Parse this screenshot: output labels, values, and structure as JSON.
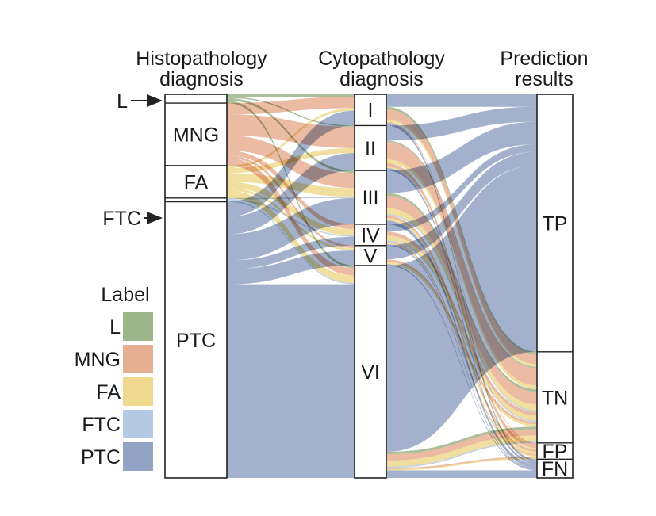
{
  "headers": {
    "histo_line1": "Histopathology",
    "histo_line2": "diagnosis",
    "cyto_line1": "Cytopathology",
    "cyto_line2": "diagnosis",
    "pred_line1": "Prediction",
    "pred_line2": "results"
  },
  "colors": {
    "L": "#8aa873",
    "MNG": "#e3a17f",
    "FA": "#ecd27a",
    "FTC": "#a7c1dd",
    "PTC": "#7f93b9"
  },
  "histo_nodes": [
    {
      "id": "L",
      "label": "",
      "side_label": "L"
    },
    {
      "id": "MNG",
      "label": "MNG",
      "side_label": ""
    },
    {
      "id": "FA",
      "label": "FA",
      "side_label": ""
    },
    {
      "id": "FTC",
      "label": "",
      "side_label": "FTC"
    },
    {
      "id": "PTC",
      "label": "PTC",
      "side_label": ""
    }
  ],
  "cyto_nodes": [
    {
      "id": "I",
      "label": "I"
    },
    {
      "id": "II",
      "label": "II"
    },
    {
      "id": "III",
      "label": "III"
    },
    {
      "id": "IV",
      "label": "IV"
    },
    {
      "id": "V",
      "label": "V"
    },
    {
      "id": "VI",
      "label": "VI"
    }
  ],
  "pred_nodes": [
    {
      "id": "TP",
      "label": "TP"
    },
    {
      "id": "TN",
      "label": "TN"
    },
    {
      "id": "FP",
      "label": "FP"
    },
    {
      "id": "FN",
      "label": "FN"
    }
  ],
  "flows_histo_cyto": [
    {
      "from": "L",
      "to": "I",
      "value": 2
    },
    {
      "from": "L",
      "to": "II",
      "value": 1
    },
    {
      "from": "L",
      "to": "III",
      "value": 2
    },
    {
      "from": "L",
      "to": "VI",
      "value": 2
    },
    {
      "from": "MNG",
      "to": "I",
      "value": 9
    },
    {
      "from": "MNG",
      "to": "II",
      "value": 17
    },
    {
      "from": "MNG",
      "to": "III",
      "value": 12
    },
    {
      "from": "MNG",
      "to": "IV",
      "value": 4
    },
    {
      "from": "MNG",
      "to": "V",
      "value": 2
    },
    {
      "from": "MNG",
      "to": "VI",
      "value": 6
    },
    {
      "from": "FA",
      "to": "I",
      "value": 2
    },
    {
      "from": "FA",
      "to": "II",
      "value": 4
    },
    {
      "from": "FA",
      "to": "III",
      "value": 7
    },
    {
      "from": "FA",
      "to": "IV",
      "value": 5
    },
    {
      "from": "FA",
      "to": "V",
      "value": 2
    },
    {
      "from": "FA",
      "to": "VI",
      "value": 6
    },
    {
      "from": "FTC",
      "to": "III",
      "value": 1
    },
    {
      "from": "FTC",
      "to": "IV",
      "value": 1
    },
    {
      "from": "FTC",
      "to": "VI",
      "value": 1
    },
    {
      "from": "PTC",
      "to": "I",
      "value": 12
    },
    {
      "from": "PTC",
      "to": "II",
      "value": 14
    },
    {
      "from": "PTC",
      "to": "III",
      "value": 21
    },
    {
      "from": "PTC",
      "to": "IV",
      "value": 7
    },
    {
      "from": "PTC",
      "to": "V",
      "value": 12
    },
    {
      "from": "PTC",
      "to": "VI",
      "value": 155
    }
  ],
  "flows_cyto_pred": [
    {
      "from": "I",
      "group": "L",
      "to": "TN",
      "value": 2
    },
    {
      "from": "I",
      "group": "MNG",
      "to": "TN",
      "value": 8
    },
    {
      "from": "I",
      "group": "MNG",
      "to": "FP",
      "value": 1
    },
    {
      "from": "I",
      "group": "FA",
      "to": "TN",
      "value": 2
    },
    {
      "from": "I",
      "group": "PTC",
      "to": "TP",
      "value": 10
    },
    {
      "from": "I",
      "group": "PTC",
      "to": "FN",
      "value": 2
    },
    {
      "from": "II",
      "group": "L",
      "to": "TN",
      "value": 1
    },
    {
      "from": "II",
      "group": "MNG",
      "to": "TN",
      "value": 14
    },
    {
      "from": "II",
      "group": "MNG",
      "to": "FP",
      "value": 3
    },
    {
      "from": "II",
      "group": "FA",
      "to": "TN",
      "value": 3
    },
    {
      "from": "II",
      "group": "FA",
      "to": "FP",
      "value": 1
    },
    {
      "from": "II",
      "group": "PTC",
      "to": "TP",
      "value": 12
    },
    {
      "from": "II",
      "group": "PTC",
      "to": "FN",
      "value": 2
    },
    {
      "from": "III",
      "group": "L",
      "to": "TN",
      "value": 2
    },
    {
      "from": "III",
      "group": "MNG",
      "to": "TN",
      "value": 10
    },
    {
      "from": "III",
      "group": "MNG",
      "to": "FP",
      "value": 2
    },
    {
      "from": "III",
      "group": "FA",
      "to": "TN",
      "value": 5
    },
    {
      "from": "III",
      "group": "FA",
      "to": "FP",
      "value": 2
    },
    {
      "from": "III",
      "group": "FTC",
      "to": "TN",
      "value": 1
    },
    {
      "from": "III",
      "group": "PTC",
      "to": "TP",
      "value": 18
    },
    {
      "from": "III",
      "group": "PTC",
      "to": "FN",
      "value": 3
    },
    {
      "from": "IV",
      "group": "MNG",
      "to": "TN",
      "value": 3
    },
    {
      "from": "IV",
      "group": "MNG",
      "to": "FP",
      "value": 1
    },
    {
      "from": "IV",
      "group": "FA",
      "to": "TN",
      "value": 4
    },
    {
      "from": "IV",
      "group": "FA",
      "to": "FP",
      "value": 1
    },
    {
      "from": "IV",
      "group": "FTC",
      "to": "TN",
      "value": 1
    },
    {
      "from": "IV",
      "group": "PTC",
      "to": "TP",
      "value": 6
    },
    {
      "from": "IV",
      "group": "PTC",
      "to": "FN",
      "value": 1
    },
    {
      "from": "V",
      "group": "MNG",
      "to": "TN",
      "value": 2
    },
    {
      "from": "V",
      "group": "FA",
      "to": "TN",
      "value": 2
    },
    {
      "from": "V",
      "group": "PTC",
      "to": "TP",
      "value": 11
    },
    {
      "from": "V",
      "group": "PTC",
      "to": "FN",
      "value": 1
    },
    {
      "from": "VI",
      "group": "L",
      "to": "TN",
      "value": 2
    },
    {
      "from": "VI",
      "group": "MNG",
      "to": "TN",
      "value": 5
    },
    {
      "from": "VI",
      "group": "MNG",
      "to": "FP",
      "value": 1
    },
    {
      "from": "VI",
      "group": "FA",
      "to": "TN",
      "value": 5
    },
    {
      "from": "VI",
      "group": "FA",
      "to": "FP",
      "value": 1
    },
    {
      "from": "VI",
      "group": "FTC",
      "to": "TN",
      "value": 1
    },
    {
      "from": "VI",
      "group": "PTC",
      "to": "TP",
      "value": 149
    },
    {
      "from": "VI",
      "group": "PTC",
      "to": "FN",
      "value": 6
    }
  ],
  "legend": {
    "title": "Label",
    "items": [
      {
        "id": "L",
        "label": "L"
      },
      {
        "id": "MNG",
        "label": "MNG"
      },
      {
        "id": "FA",
        "label": "FA"
      },
      {
        "id": "FTC",
        "label": "FTC"
      },
      {
        "id": "PTC",
        "label": "PTC"
      }
    ]
  }
}
